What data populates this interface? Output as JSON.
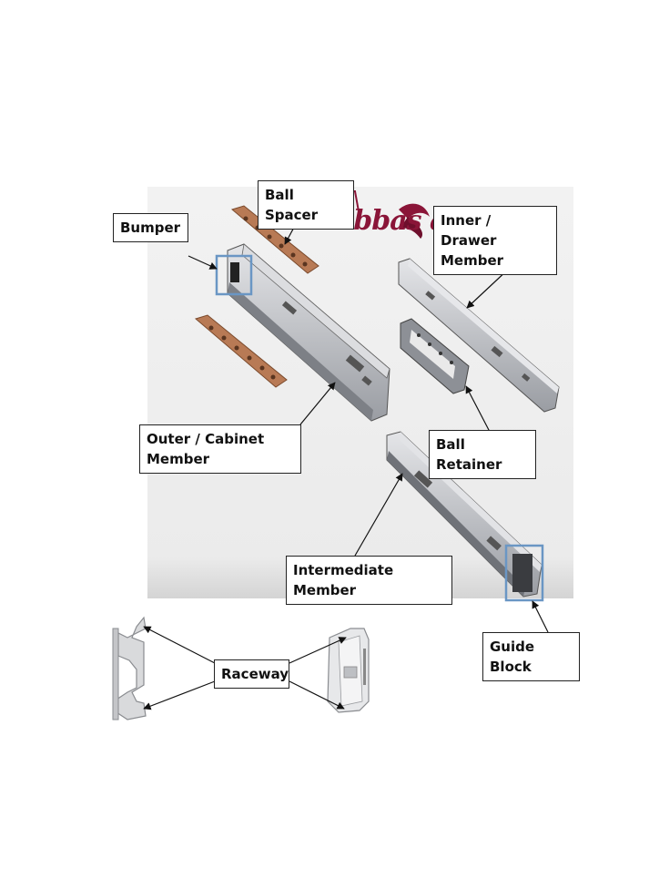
{
  "labels": {
    "ball_spacer": "Ball Spacer",
    "bumper": "Bumper",
    "inner_member_line1": "Inner / Drawer",
    "inner_member_line2": "Member",
    "outer_member_line1": "Outer / Cabinet",
    "outer_member_line2": "Member",
    "ball_retainer": "Ball Retainer",
    "intermediate_member": "Intermediate Member",
    "guide_block": "Guide Block",
    "raceway": "Raceway"
  },
  "logo": {
    "text": "Abbas ali",
    "color": "#8a1538"
  },
  "colors": {
    "panel": "#ececec",
    "rail": "#c9cbcf",
    "rail_dark": "#7d8086",
    "spacer": "#b87a55",
    "highlight": "#6a96c4",
    "leader": "#111111"
  }
}
